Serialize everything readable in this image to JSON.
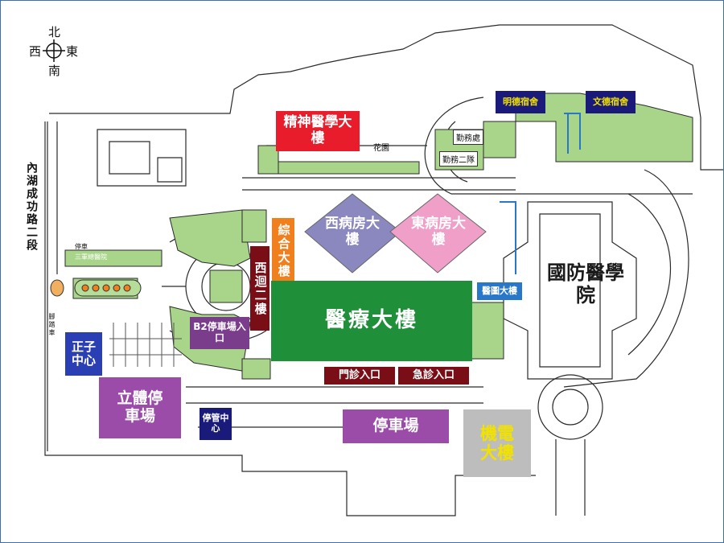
{
  "compass": {
    "north": "北",
    "west": "西",
    "east": "東",
    "south": "南"
  },
  "road": {
    "name": "內湖成功路二段"
  },
  "buildings": {
    "psychiatry": "精神醫學大樓",
    "general": "綜合大樓",
    "west_ward": "西病房大樓",
    "east_ward": "東病房大樓",
    "west_corridor": "西迴二樓",
    "medical": "醫療大樓",
    "b2_parking": "B2停車場入口",
    "outpatient": "門診入口",
    "emergency": "急診入口",
    "positron": "正子中心",
    "multilevel_parking": "立體停車場",
    "parking_management": "停管中心",
    "parking": "停車場",
    "electromechanical": "機電大樓",
    "medical_library": "醫圖大樓",
    "ndmc": "國防醫學院",
    "dorm_left": "明德宿舍",
    "dorm_right": "文德宿舍",
    "garden": "花園",
    "service": "勤務處",
    "service_team": "勤務二隊",
    "three_star": "三軍總醫院",
    "tree": "停車",
    "bicycle": "腳踏車"
  },
  "colors": {
    "psychiatry": "#e81c2a",
    "general": "#f07f1e",
    "west_ward": "#8b88c0",
    "east_ward": "#f0a0c8",
    "west_corridor": "#7a0e16",
    "medical": "#1f8f3a",
    "b2_parking": "#7a3d8c",
    "entrance": "#7a0e16",
    "positron": "#2b3fb5",
    "multilevel_parking": "#9a4ca8",
    "parking": "#9a4ca8",
    "electromechanical": "#bdbdbd",
    "electromechanical_text": "#f1e200",
    "medical_library": "#2877c9",
    "dorm": "#1a1a7a",
    "dorm_text": "#f1e200",
    "green": "#a9d58a"
  }
}
